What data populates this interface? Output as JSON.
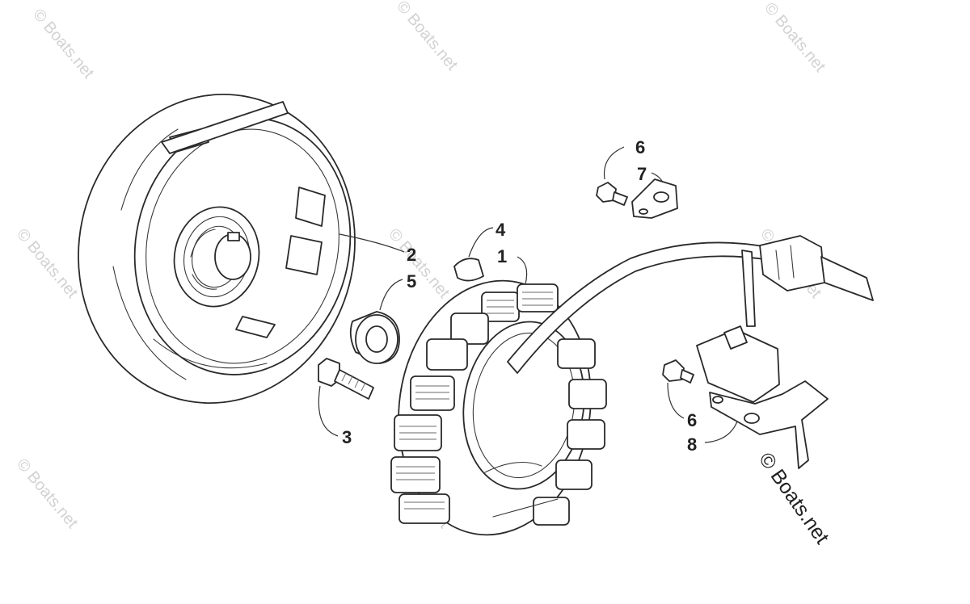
{
  "watermark": "© Boats.net",
  "copyright": "© Boats.net",
  "callouts": [
    {
      "id": "2",
      "label": "2"
    },
    {
      "id": "5",
      "label": "5"
    },
    {
      "id": "4",
      "label": "4"
    },
    {
      "id": "1",
      "label": "1"
    },
    {
      "id": "3",
      "label": "3"
    },
    {
      "id": "6a",
      "label": "6"
    },
    {
      "id": "7",
      "label": "7"
    },
    {
      "id": "6b",
      "label": "6"
    },
    {
      "id": "8",
      "label": "8"
    }
  ],
  "colors": {
    "line": "#2a2a2a",
    "watermark": "#d2d2d2",
    "text": "#222222"
  }
}
